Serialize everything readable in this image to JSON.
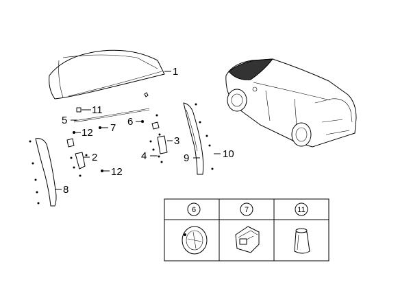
{
  "callouts": [
    {
      "id": "1",
      "label": "1"
    },
    {
      "id": "11a",
      "label": "11"
    },
    {
      "id": "5",
      "label": "5"
    },
    {
      "id": "12a",
      "label": "12"
    },
    {
      "id": "7",
      "label": "7"
    },
    {
      "id": "6",
      "label": "6"
    },
    {
      "id": "3",
      "label": "3"
    },
    {
      "id": "2",
      "label": "2"
    },
    {
      "id": "4",
      "label": "4"
    },
    {
      "id": "9",
      "label": "9"
    },
    {
      "id": "10",
      "label": "10"
    },
    {
      "id": "12b",
      "label": "12"
    },
    {
      "id": "8",
      "label": "8"
    }
  ],
  "detail_table": {
    "headers": [
      "6",
      "7",
      "11"
    ]
  }
}
